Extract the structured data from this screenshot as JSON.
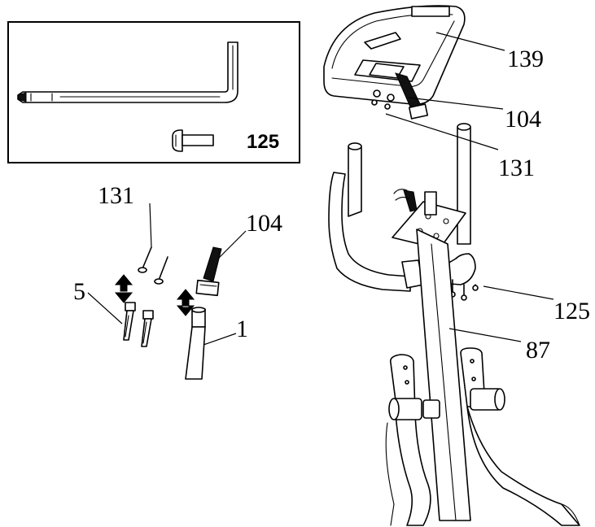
{
  "tool_box": {
    "part_number": "125"
  },
  "callouts": {
    "console": "139",
    "cable_top": "104",
    "screw_top": "131",
    "bolt_right": "125",
    "post": "87",
    "screw_left": "131",
    "cable_left": "104",
    "bolt_left": "5",
    "tube_left": "1"
  }
}
